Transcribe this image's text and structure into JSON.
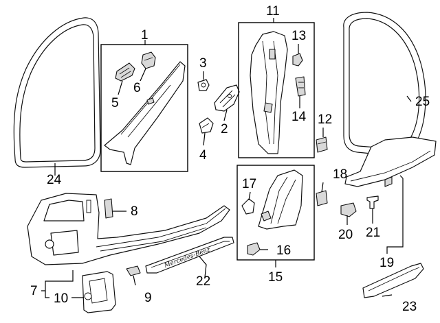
{
  "callouts": {
    "c1": "1",
    "c2": "2",
    "c3": "3",
    "c4": "4",
    "c5": "5",
    "c6": "6",
    "c7": "7",
    "c8": "8",
    "c9": "9",
    "c10": "10",
    "c11": "11",
    "c12": "12",
    "c13": "13",
    "c14": "14",
    "c15": "15",
    "c16": "16",
    "c17": "17",
    "c18": "18",
    "c19": "19",
    "c20": "20",
    "c21": "21",
    "c22": "22",
    "c23": "23",
    "c24": "24",
    "c25": "25"
  },
  "sill_plate_text": "Mercedes-Benz",
  "colors": {
    "line": "#000000",
    "fill_light": "#ffffff",
    "fill_shade": "#d9d9d9"
  }
}
